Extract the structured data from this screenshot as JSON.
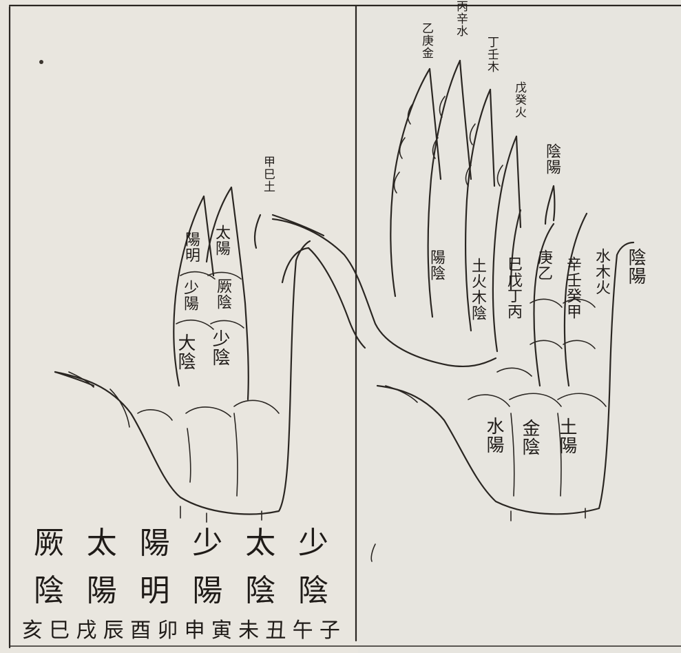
{
  "right_hand": {
    "finger_tips": [
      {
        "id": "tip-1",
        "text": "乙庚金"
      },
      {
        "id": "tip-2",
        "text": "丙辛水"
      },
      {
        "id": "tip-3",
        "text": "丁壬木"
      },
      {
        "id": "tip-4",
        "text": "戊癸火"
      }
    ],
    "phalanx_labels": [
      {
        "id": "yinyang-heading",
        "text": "陰陽"
      },
      {
        "id": "col-1",
        "text": "陽陰"
      },
      {
        "id": "col-2",
        "text": "土火木陰"
      },
      {
        "id": "col-3",
        "text": "巳戊丁丙"
      },
      {
        "id": "col-4",
        "text": "庚乙"
      },
      {
        "id": "col-5",
        "text": "辛壬癸甲"
      },
      {
        "id": "col-6",
        "text": "水木火"
      },
      {
        "id": "col-7",
        "text": "陰陽"
      },
      {
        "id": "palm-1",
        "text": "水陽"
      },
      {
        "id": "palm-2",
        "text": "金陰"
      },
      {
        "id": "palm-3",
        "text": "土陽"
      }
    ]
  },
  "left_hand": {
    "tip_label": "甲巳土",
    "labels": [
      {
        "id": "yangming",
        "text": "陽明"
      },
      {
        "id": "taiyang",
        "text": "太陽"
      },
      {
        "id": "shaoyang",
        "text": "少陽"
      },
      {
        "id": "jueyin",
        "text": "厥陰"
      },
      {
        "id": "taiyin",
        "text": "大陰"
      },
      {
        "id": "shaoyin",
        "text": "少陰"
      }
    ]
  },
  "bottom_table": {
    "row1": [
      "厥",
      "太",
      "陽",
      "少",
      "太",
      "少"
    ],
    "row2": [
      "陰",
      "陽",
      "明",
      "陽",
      "陰",
      "陰"
    ],
    "row3": [
      "亥",
      "巳",
      "戌",
      "辰",
      "酉",
      "卯",
      "申",
      "寅",
      "未",
      "丑",
      "午",
      "子"
    ]
  }
}
